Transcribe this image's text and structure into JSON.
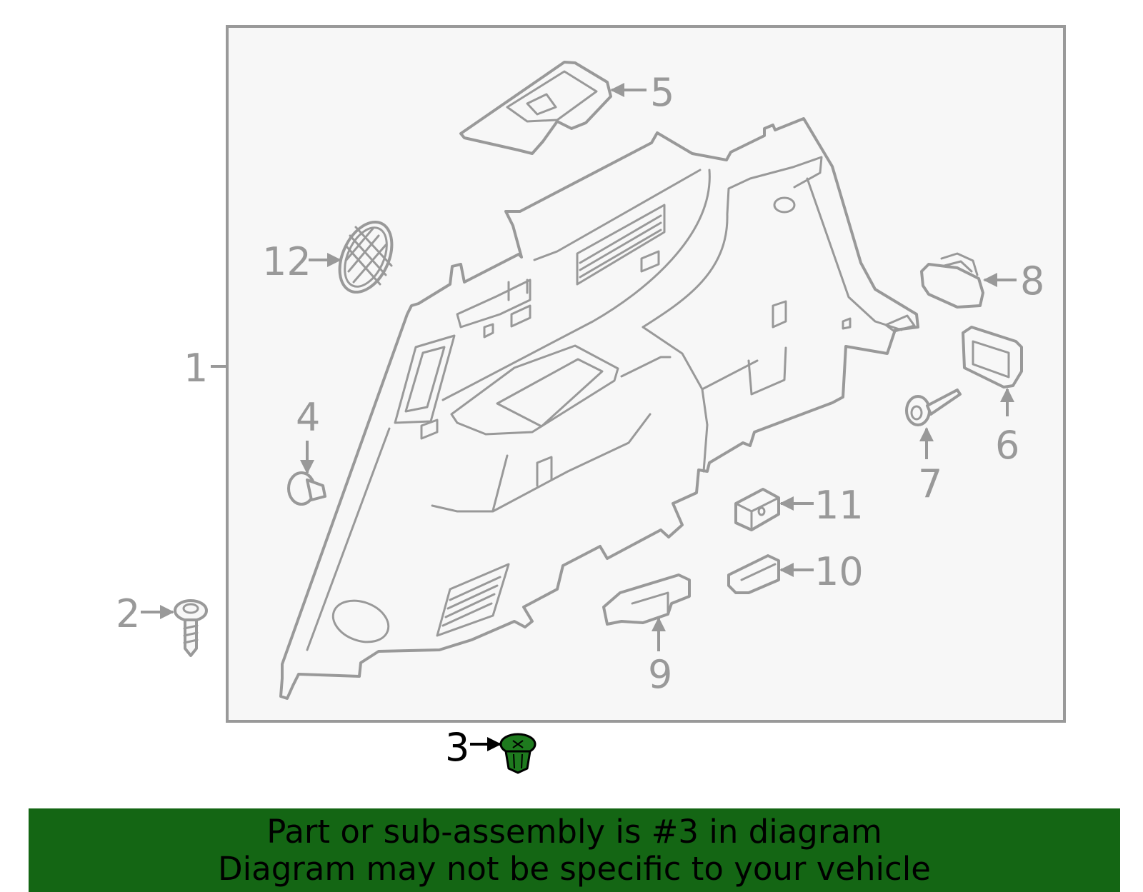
{
  "callouts": [
    "1",
    "2",
    "3",
    "4",
    "5",
    "6",
    "7",
    "8",
    "9",
    "10",
    "11",
    "12"
  ],
  "highlighted_callout": "3",
  "colors": {
    "line": "#999999",
    "panel_background": "#f7f7f7",
    "highlight_part": "#1e7a1e",
    "banner_background": "#146614",
    "banner_text": "#000000"
  },
  "banner": {
    "line1": "Part or sub-assembly is #3 in diagram",
    "line2": "Diagram may not be specific to your vehicle"
  }
}
